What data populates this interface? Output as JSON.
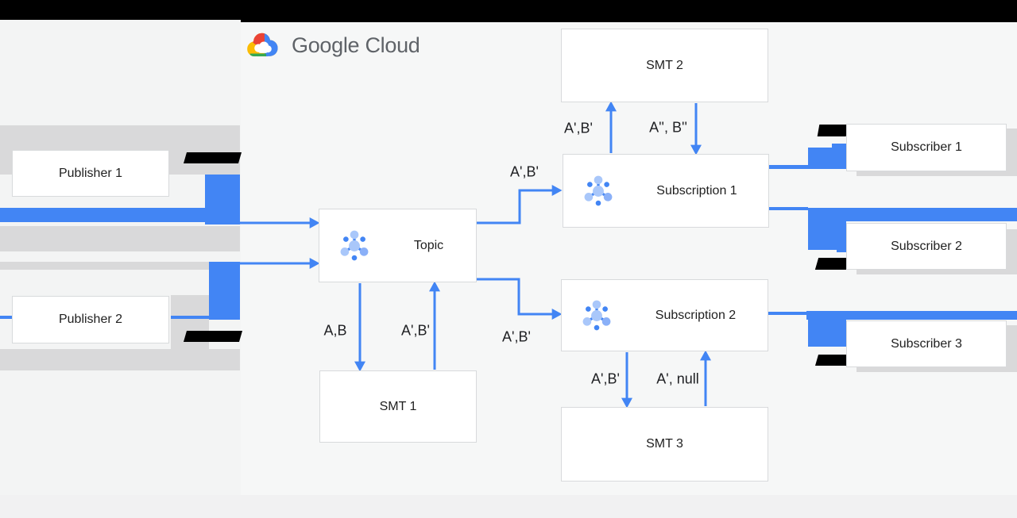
{
  "logo": {
    "text": "Google Cloud"
  },
  "nodes": {
    "publisher1": "Publisher 1",
    "publisher2": "Publisher 2",
    "topic": "Topic",
    "smt1": "SMT 1",
    "smt2": "SMT 2",
    "smt3": "SMT 3",
    "subscription1": "Subscription 1",
    "subscription2": "Subscription 2",
    "subscriber1": "Subscriber 1",
    "subscriber2": "Subscriber 2",
    "subscriber3": "Subscriber 3"
  },
  "edge_labels": {
    "topic_to_smt1": "A,B",
    "smt1_to_topic": "A',B'",
    "topic_to_subscription1": "A',B'",
    "topic_to_subscription2": "A',B'",
    "subscription1_to_smt2": "A',B'",
    "smt2_to_subscription1": "A'', B''",
    "subscription2_to_smt3": "A',B'",
    "smt3_to_subscription2": "A', null"
  },
  "colors": {
    "arrow_blue": "#4285f4",
    "icon_light_blue": "#a9c7fa",
    "icon_medium_blue": "#8ab0f8",
    "logo_red": "#ea4335",
    "logo_yellow": "#fbbc05",
    "logo_green": "#34a853",
    "logo_blue": "#4285f4",
    "logo_text_gray": "#5f6368",
    "redaction_black": "#000000",
    "artifact_gray": "#d9d9da"
  }
}
